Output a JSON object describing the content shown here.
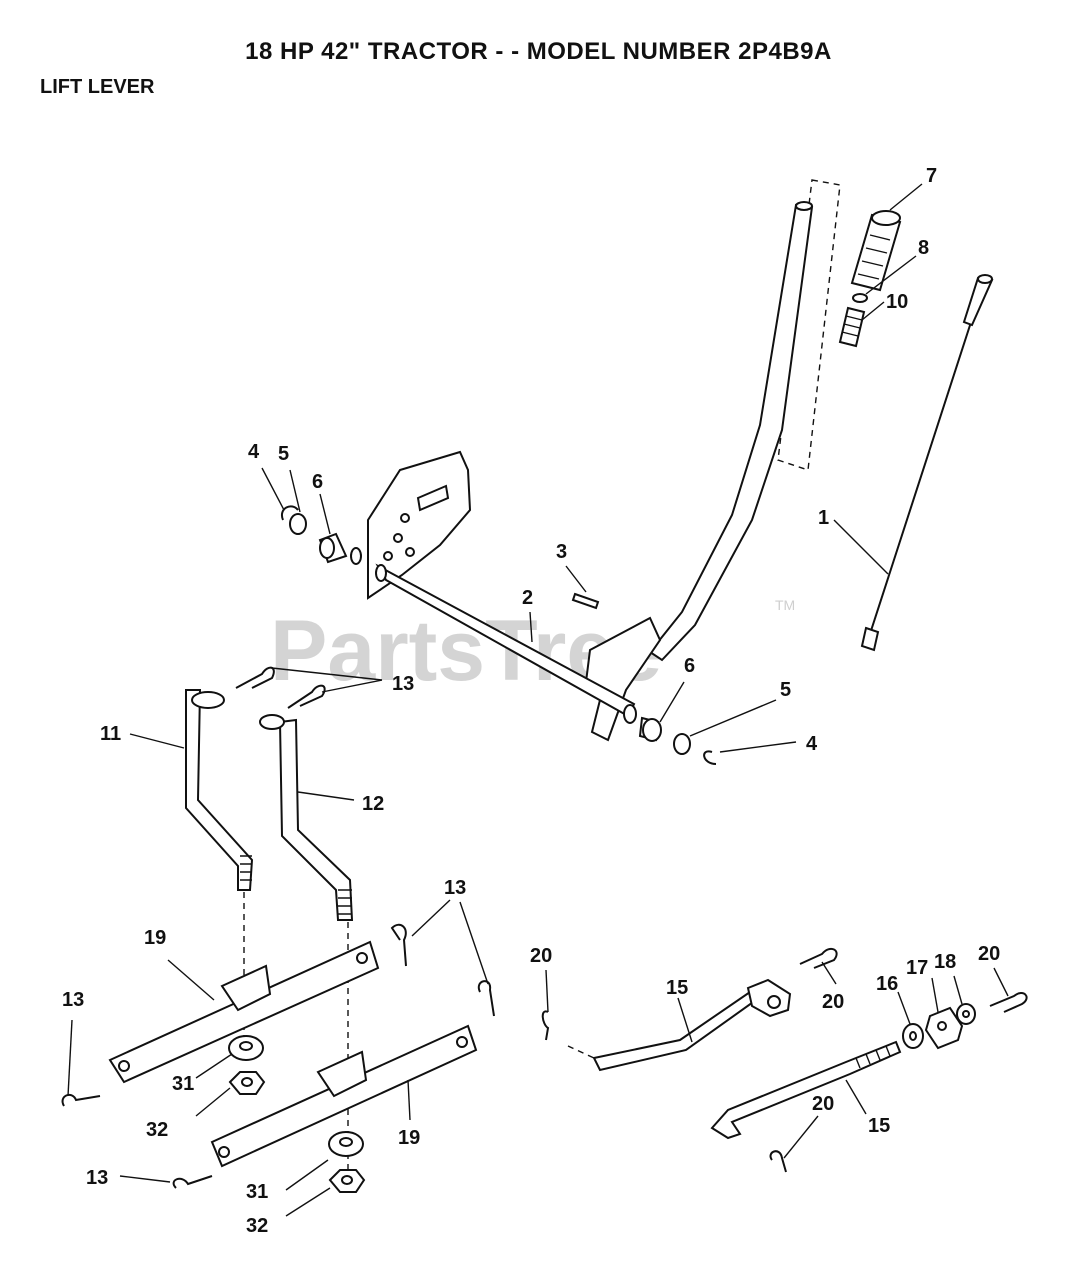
{
  "title": "18 HP 42\" TRACTOR - - MODEL NUMBER 2P4B9A",
  "section": "LIFT LEVER",
  "watermark": "PartsTree",
  "watermark_tm": "TM",
  "callouts": {
    "c7": "7",
    "c8": "8",
    "c10": "10",
    "c1": "1",
    "c4a": "4",
    "c5a": "5",
    "c6a": "6",
    "c3": "3",
    "c2": "2",
    "c13a": "13",
    "c11": "11",
    "c12": "12",
    "c6b": "6",
    "c5b": "5",
    "c4b": "4",
    "c13b": "13",
    "c19a": "19",
    "c13c": "13",
    "c31a": "31",
    "c32a": "32",
    "c19b": "19",
    "c13d": "13",
    "c31b": "31",
    "c32b": "32",
    "c20a": "20",
    "c15a": "15",
    "c20b": "20",
    "c16": "16",
    "c17": "17",
    "c18": "18",
    "c20c": "20",
    "c20d": "20",
    "c15b": "15"
  }
}
